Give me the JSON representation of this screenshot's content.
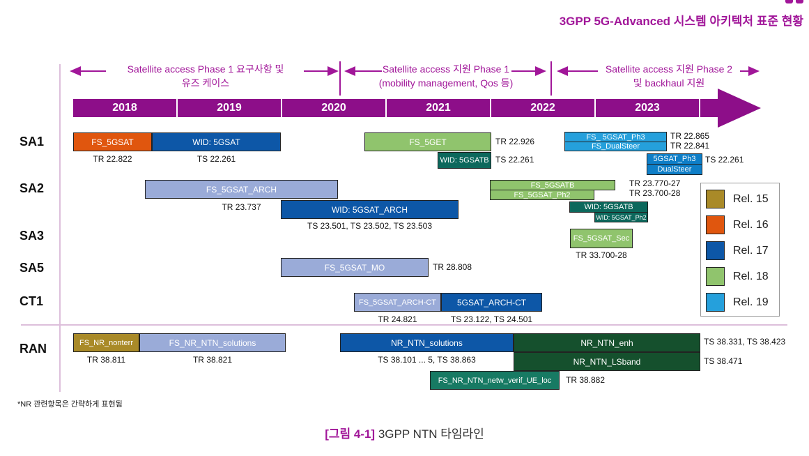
{
  "page": {
    "title": "3GPP 5G-Advanced 시스템 아키텍처 표준 현황",
    "footnote": "*NR 관련항목은 간략하게 표현됨",
    "caption_prefix": "[그림 4-1]",
    "caption_text": " 3GPP NTN 타임라인"
  },
  "phases": [
    {
      "line1": "Satellite access Phase 1 요구사항 및",
      "line2": "유즈 케이스"
    },
    {
      "line1": "Satellite access 지원 Phase 1",
      "line2": "(mobility management, Qos 등)"
    },
    {
      "line1": "Satellite access 지원 Phase 2",
      "line2": "및 backhaul 지원"
    }
  ],
  "years": [
    "2018",
    "2019",
    "2020",
    "2021",
    "2022",
    "2023"
  ],
  "row_labels": [
    "SA1",
    "SA2",
    "SA3",
    "SA5",
    "CT1",
    "RAN"
  ],
  "bars": {
    "fs_5gsat": {
      "label": "FS_5GSAT",
      "doc": "TR 22.822"
    },
    "wid_5gsat": {
      "label": "WID: 5GSAT",
      "doc": "TS 22.261"
    },
    "fs_5get": {
      "label": "FS_5GET",
      "doc": "TR 22.926"
    },
    "wid_5gsatb_sa1": {
      "label": "WID: 5GSATB",
      "doc": "TS 22.261"
    },
    "fs_5gsat_ph3": {
      "label": "FS_ 5GSAT_Ph3",
      "doc": "TR 22.865"
    },
    "fs_dualsteer": {
      "label": "FS_DualSteer",
      "doc": "TR 22.841"
    },
    "wid_5gsat_ph3": {
      "label": "5GSAT_Ph3",
      "doc": ""
    },
    "wid_dualsteer": {
      "label": "DualSteer",
      "doc": "TS 22.261"
    },
    "fs_5gsat_arch": {
      "label": "FS_5GSAT_ARCH",
      "doc": "TR 23.737"
    },
    "wid_5gsat_arch": {
      "label": "WID: 5GSAT_ARCH",
      "doc": "TS 23.501, TS 23.502, TS 23.503"
    },
    "fs_5gsatb": {
      "label": "FS_5GSATB",
      "doc": "TR 23.770-27"
    },
    "fs_5gsat_ph2": {
      "label": "FS_5GSAT_Ph2",
      "doc": "TR 23.700-28"
    },
    "wid_5gsatb_sa2": {
      "label": "WID: 5GSATB",
      "doc": ""
    },
    "wid_5gsat_ph2": {
      "label": "WID: 5GSAT_Ph2",
      "doc": ""
    },
    "fs_5gsat_sec": {
      "label": "FS_5GSAT_Sec",
      "doc": "TR 33.700-28"
    },
    "fs_5gsat_mo": {
      "label": "FS_5GSAT_MO",
      "doc": "TR 28.808"
    },
    "fs_5gsat_arch_ct": {
      "label": "FS_5GSAT_ARCH-CT",
      "doc": "TR 24.821"
    },
    "wid_5gsat_arch_ct": {
      "label": "5GSAT_ARCH-CT",
      "doc": "TS 23.122, TS 24.501"
    },
    "fs_nr_nonterr": {
      "label": "FS_NR_nonterr",
      "doc": "TR 38.811"
    },
    "fs_nr_ntn_solutions": {
      "label": "FS_NR_NTN_solutions",
      "doc": "TR 38.821"
    },
    "nr_ntn_solutions": {
      "label": "NR_NTN_solutions",
      "doc": "TS 38.101 ... 5, TS 38.863"
    },
    "nr_ntn_enh": {
      "label": "NR_NTN_enh",
      "doc": "TS 38.331, TS 38.423"
    },
    "nr_ntn_lsband": {
      "label": "NR_NTN_LSband",
      "doc": "TS 38.471"
    },
    "fs_nr_ntn_netw_verif": {
      "label": "FS_NR_NTN_netw_verif_UE_loc",
      "doc": "TR 38.882"
    }
  },
  "legend": {
    "items": [
      {
        "label": "Rel. 15"
      },
      {
        "label": "Rel. 16"
      },
      {
        "label": "Rel. 17"
      },
      {
        "label": "Rel. 18"
      },
      {
        "label": "Rel. 19"
      }
    ]
  },
  "colors": {
    "magenta": "#a11699",
    "yearbar": "#8d0e89",
    "guide": "#ddbfdb",
    "rel15": "#a98a28",
    "rel16": "#e0560e",
    "rel17": "#0d57a7",
    "rel18": "#90c46d",
    "rel19": "#25a0dc",
    "rel19w": "#0e7ec7",
    "study": "#9aabd8",
    "wid18": "#0c685c",
    "rangreen": "#15502d",
    "ranteal": "#177a63"
  }
}
